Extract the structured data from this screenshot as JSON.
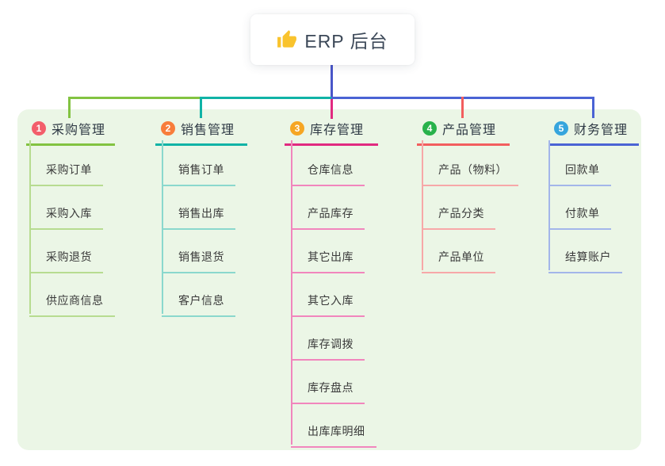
{
  "root": {
    "label": "ERP 后台",
    "icon": "thumbs-up-icon",
    "icon_color": "#f9c32d"
  },
  "connector_colors": {
    "root_line": "#4956c9",
    "purchase": "#82c341",
    "sales": "#10b3a6",
    "inventory": "#e12a80",
    "product": "#f25e5e",
    "finance": "#4a63d4"
  },
  "panel_color": "#ebf6e6",
  "branches": [
    {
      "badge": "1",
      "label": "采购管理",
      "accent_color": "#82c341",
      "light_color": "#b7dc90",
      "badge_color": "#f35e6b",
      "children": [
        "采购订单",
        "采购入库",
        "采购退货",
        "供应商信息"
      ]
    },
    {
      "badge": "2",
      "label": "销售管理",
      "accent_color": "#10b3a6",
      "light_color": "#8ad8cd",
      "badge_color": "#f87d3b",
      "children": [
        "销售订单",
        "销售出库",
        "销售退货",
        "客户信息"
      ]
    },
    {
      "badge": "3",
      "label": "库存管理",
      "accent_color": "#e12a80",
      "light_color": "#f186bd",
      "badge_color": "#f6a623",
      "children": [
        "仓库信息",
        "产品库存",
        "其它出库",
        "其它入库",
        "库存调拨",
        "库存盘点",
        "出库库明细"
      ]
    },
    {
      "badge": "4",
      "label": "产品管理",
      "accent_color": "#f25e5e",
      "light_color": "#f7a8a8",
      "badge_color": "#28b24b",
      "children": [
        "产品（物料）",
        "产品分类",
        "产品单位"
      ]
    },
    {
      "badge": "5",
      "label": "财务管理",
      "accent_color": "#4a63d4",
      "light_color": "#a3b6ea",
      "badge_color": "#36a5dd",
      "children": [
        "回款单",
        "付款单",
        "结算账户"
      ]
    }
  ]
}
